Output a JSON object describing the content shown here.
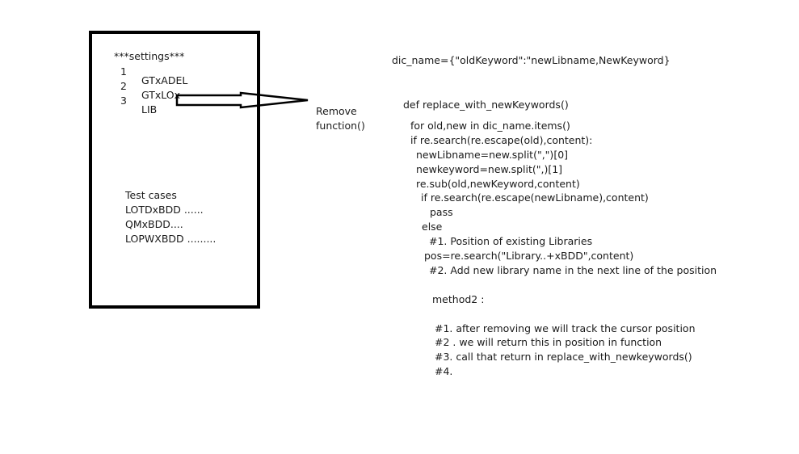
{
  "settings_box": {
    "heading": "***settings***",
    "line_numbers": [
      "1",
      "2",
      "3"
    ],
    "items": [
      "GTxADEL",
      "GTxLOx",
      "LIB"
    ],
    "testcases_heading": "Test cases",
    "testcases": [
      "LOTDxBDD ......",
      "QMxBDD....",
      "LOPWXBDD ........."
    ]
  },
  "arrow_label": [
    "Remove",
    "function()"
  ],
  "code": {
    "dict_line": "dic_name={\"oldKeyword\":\"newLibname,NewKeyword}",
    "lines": [
      "def replace_with_newKeywords()",
      "for old,new in dic_name.items()",
      "if re.search(re.escape(old),content):",
      "newLibname=new.split(\",\")[0]",
      "newkeyword=new.split(\",)[1]",
      "re.sub(old,newKeyword,content)",
      "if re.search(re.escape(newLibname),content)",
      "pass",
      "else",
      "#1. Position of existing Libraries",
      "pos=re.search(\"Library..+xBDD\",content)",
      "#2. Add new library name in the  next line of the position",
      "method2 :",
      "#1. after removing we will track the cursor position",
      "#2 . we will return this in position in function",
      "#3. call that return in replace_with_newkeywords()",
      "#4."
    ]
  }
}
